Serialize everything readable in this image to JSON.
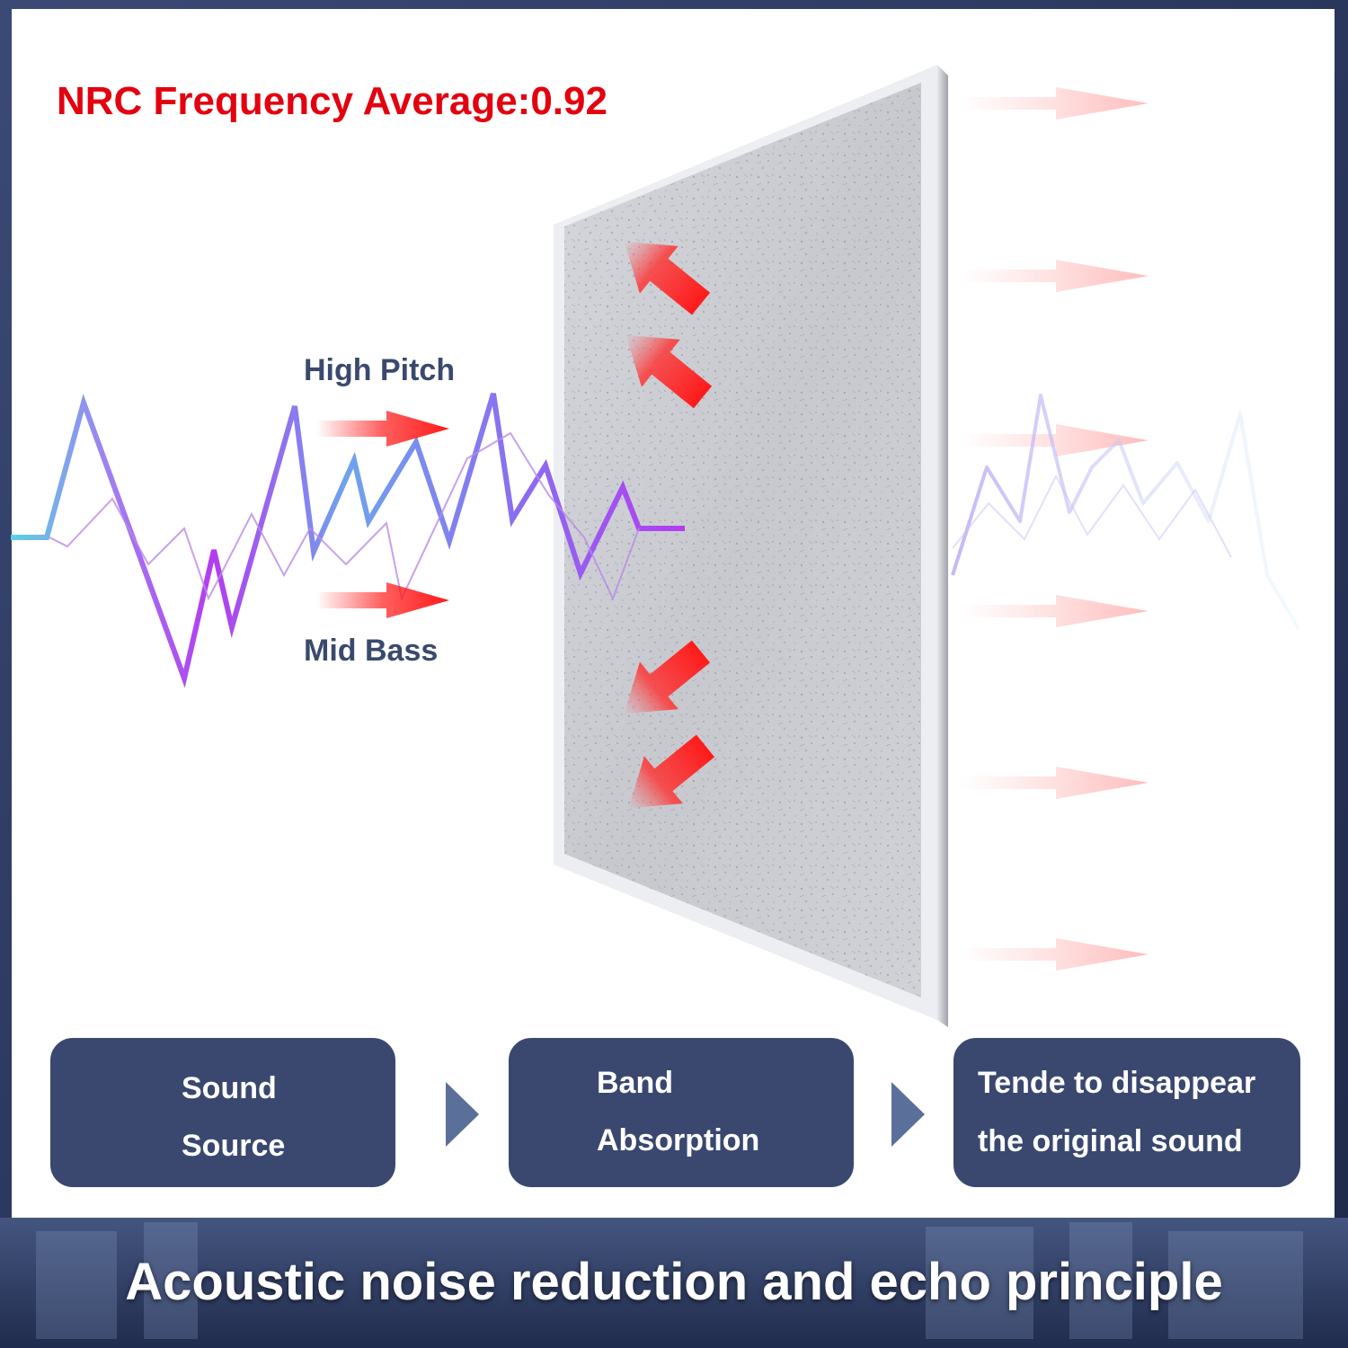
{
  "header": {
    "nrc_title": "NRC Frequency Average:0.92"
  },
  "wave_labels": {
    "high": "High Pitch",
    "mid": "Mid Bass"
  },
  "steps": [
    {
      "line1": "Sound",
      "line2": "Source"
    },
    {
      "line1": "Band",
      "line2": "Absorption"
    },
    {
      "line1": "Tende to disappear",
      "line2": "the original sound"
    }
  ],
  "footer": {
    "title": "Acoustic noise reduction and echo principle"
  },
  "colors": {
    "nrc_red": "#e3000f",
    "label_navy": "#3a4a6d",
    "step_fill": "#3a4870",
    "frame_navy": "#2d3b63",
    "arrow_red": "#ff1a1a",
    "wave_cyan": "#5ad1e6",
    "wave_purple": "#b33cf0"
  }
}
